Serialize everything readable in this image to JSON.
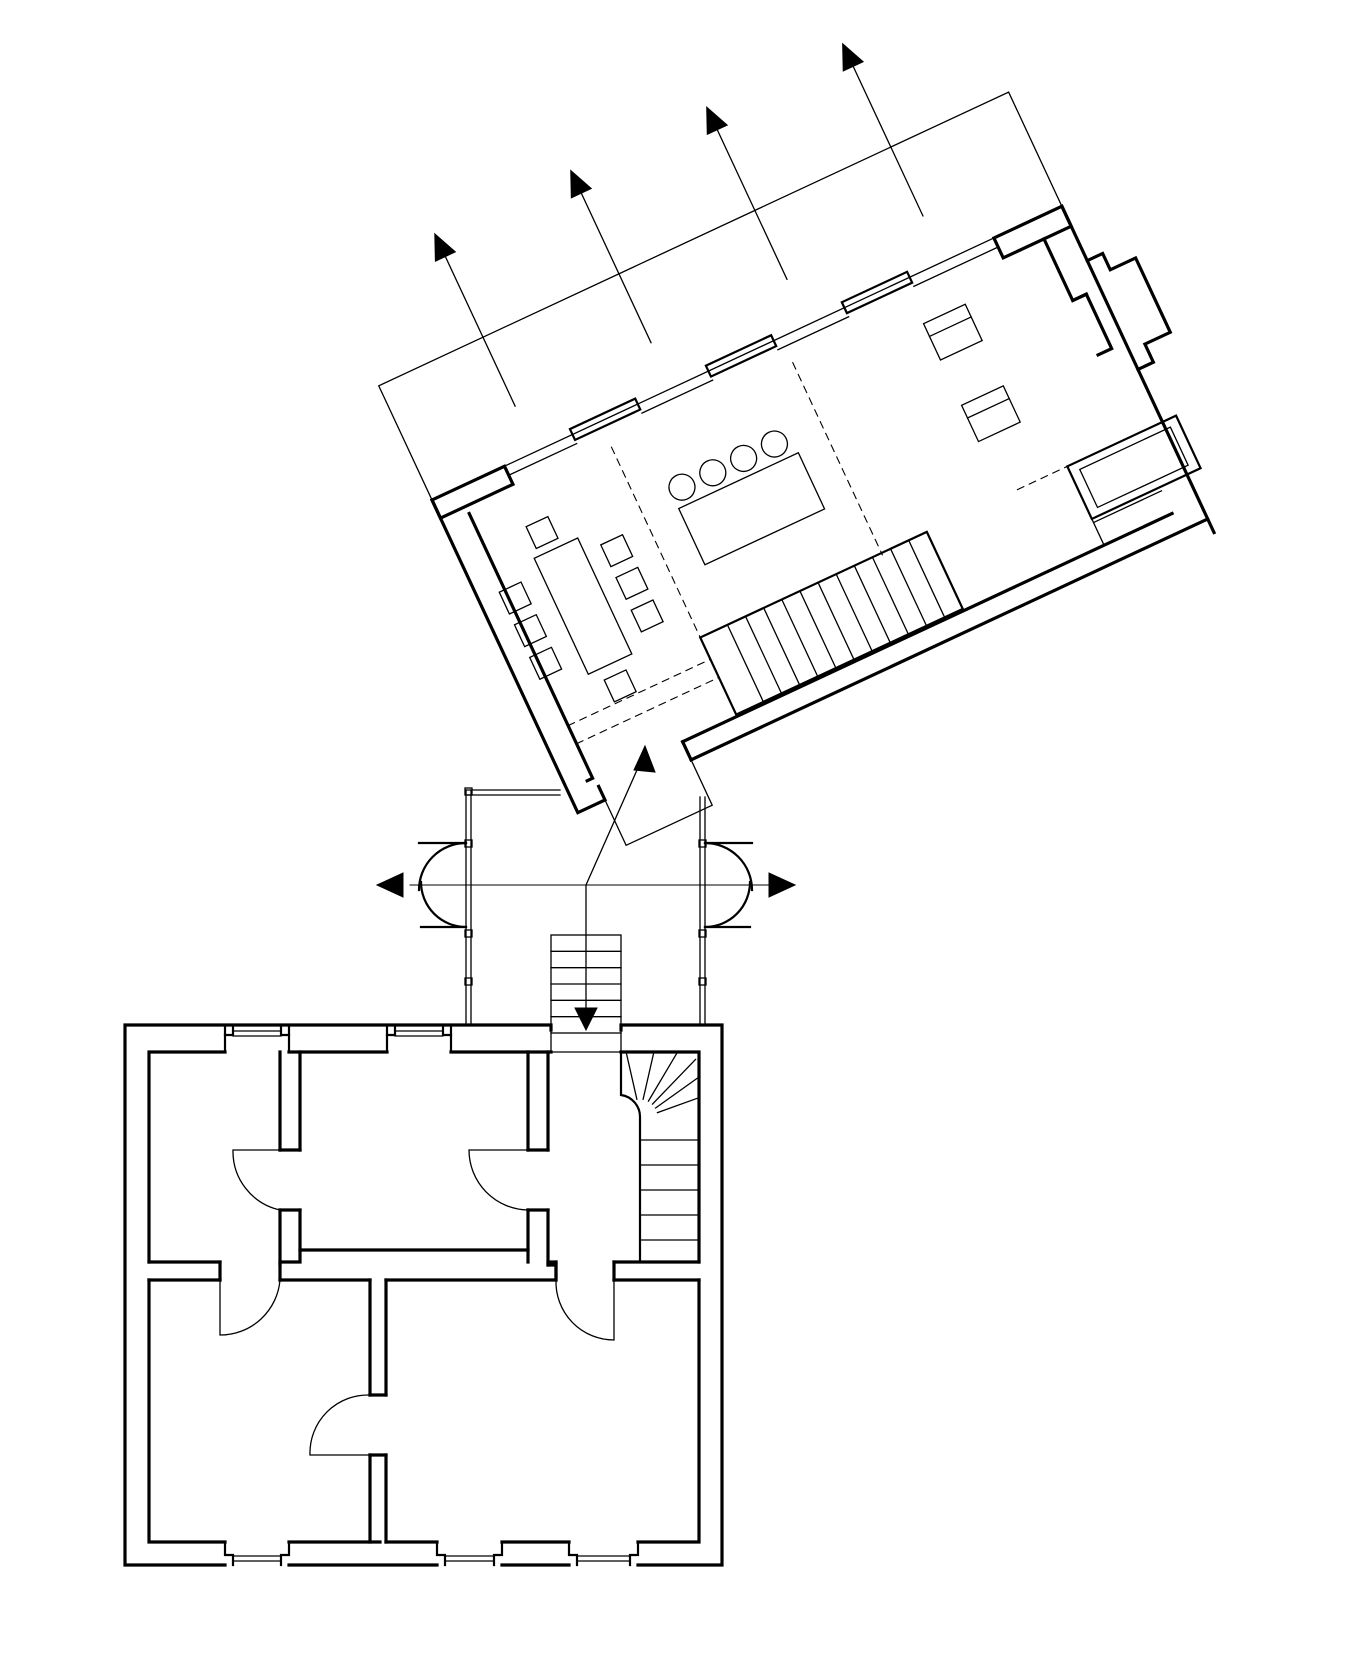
{
  "diagram": {
    "kind": "architectural-floor-plan",
    "colors": {
      "ink": "#000000",
      "paper": "#ffffff"
    },
    "annex": {
      "stair_treads": 11,
      "chairs": 8,
      "stools": 4
    },
    "main_house": {
      "winder_stair_treads": 11,
      "connector_stair_treads": 5
    }
  }
}
